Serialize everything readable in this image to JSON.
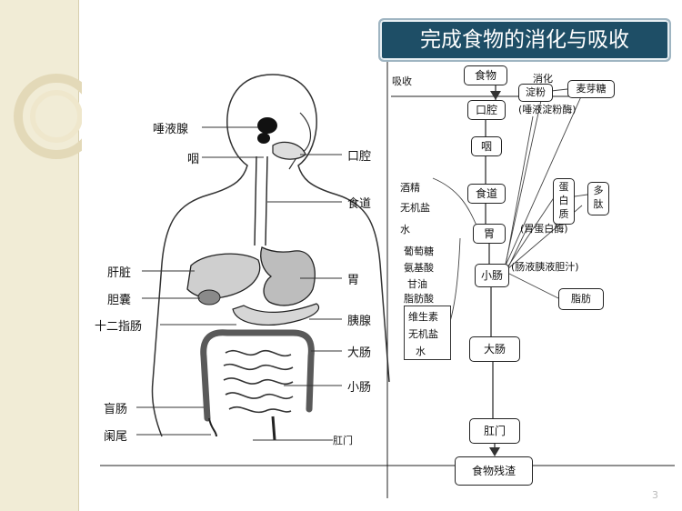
{
  "slide": {
    "title": "完成食物的消化与吸收",
    "page_number": "3"
  },
  "anatomy_labels": {
    "salivary": "唾液腺",
    "pharynx": "咽",
    "mouth": "口腔",
    "esophagus": "食道",
    "liver": "肝脏",
    "stomach": "胃",
    "gallbladder": "胆囊",
    "duodenum": "十二指肠",
    "pancreas": "胰腺",
    "large_intestine": "大肠",
    "small_intestine": "小肠",
    "cecum": "盲肠",
    "appendix": "阑尾",
    "anus": "肛门"
  },
  "flow": {
    "absorb_header": "吸收",
    "digest_header": "消化",
    "food": "食物",
    "mouth": "口腔",
    "pharynx": "咽",
    "esophagus": "食道",
    "stomach": "胃",
    "small_int": "小肠",
    "large_int": "大肠",
    "anus": "肛门",
    "residue": "食物残渣",
    "starch": "淀粉",
    "maltose": "麦芽糖",
    "saliva_amylase": "(唾液淀粉酶)",
    "protein": [
      "蛋",
      "白",
      "质"
    ],
    "peptide": [
      "多",
      "肽"
    ],
    "pepsin": "(胃蛋白酶)",
    "enzymes": "(肠液胰液胆汁)",
    "fat": "脂肪",
    "stomach_absorb": [
      "酒精",
      "无机盐",
      "水"
    ],
    "small_int_absorb": [
      "葡萄糖",
      "氨基酸",
      "甘油",
      "脂肪酸"
    ],
    "small_int_absorb_box": [
      "维生素",
      "无机盐",
      "水"
    ]
  }
}
